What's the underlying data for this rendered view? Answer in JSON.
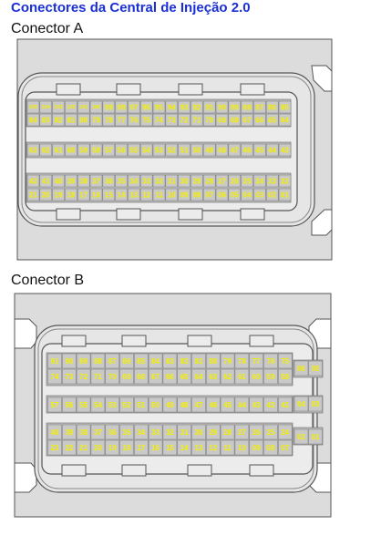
{
  "title": "Conectores da Central de Injeção 2.0",
  "connector_a": {
    "label": "Conector A",
    "rows": [
      [
        "105",
        "104",
        "103",
        "102",
        "101",
        "100",
        "99",
        "98",
        "97",
        "96",
        "95",
        "94",
        "93",
        "92",
        "91",
        "90",
        "89",
        "88",
        "87",
        "86",
        "85"
      ],
      [
        "84",
        "83",
        "82",
        "81",
        "80",
        "79",
        "78",
        "77",
        "76",
        "75",
        "74",
        "73",
        "72",
        "71",
        "70",
        "69",
        "68",
        "67",
        "66",
        "65",
        "64"
      ],
      [
        "63",
        "62",
        "61",
        "60",
        "59",
        "58",
        "57",
        "56",
        "55",
        "54",
        "53",
        "52",
        "51",
        "50",
        "49",
        "48",
        "47",
        "46",
        "45",
        "44",
        "43"
      ],
      [
        "42",
        "41",
        "40",
        "39",
        "38",
        "37",
        "36",
        "35",
        "34",
        "33",
        "32",
        "31",
        "30",
        "29",
        "28",
        "27",
        "26",
        "25",
        "24",
        "23",
        "22"
      ],
      [
        "21",
        "20",
        "19",
        "18",
        "17",
        "16",
        "15",
        "14",
        "13",
        "12",
        "11",
        "10",
        "09",
        "08",
        "07",
        "06",
        "05",
        "04",
        "03",
        "02",
        "01"
      ]
    ]
  },
  "connector_b": {
    "label": "Conector B",
    "main_rows": [
      [
        "91",
        "90",
        "89",
        "88",
        "87",
        "86",
        "85",
        "84",
        "83",
        "82",
        "81",
        "80",
        "79",
        "78",
        "77",
        "76",
        "75"
      ],
      [
        "74",
        "73",
        "72",
        "71",
        "70",
        "69",
        "68",
        "67",
        "66",
        "65",
        "64",
        "63",
        "62",
        "61",
        "60",
        "59",
        "58"
      ],
      [
        "57",
        "56",
        "55",
        "54",
        "53",
        "52",
        "51",
        "50",
        "49",
        "48",
        "47",
        "46",
        "45",
        "44",
        "43",
        "42",
        "41"
      ],
      [
        "40",
        "39",
        "38",
        "37",
        "36",
        "35",
        "34",
        "33",
        "32",
        "31",
        "30",
        "29",
        "28",
        "27",
        "26",
        "25",
        "24"
      ],
      [
        "23",
        "22",
        "21",
        "20",
        "19",
        "18",
        "17",
        "16",
        "15",
        "14",
        "13",
        "12",
        "11",
        "10",
        "09",
        "08",
        "07"
      ]
    ],
    "side_pins": [
      [
        "06",
        "05"
      ],
      [
        "04",
        "03"
      ],
      [
        "02",
        "01"
      ]
    ]
  }
}
